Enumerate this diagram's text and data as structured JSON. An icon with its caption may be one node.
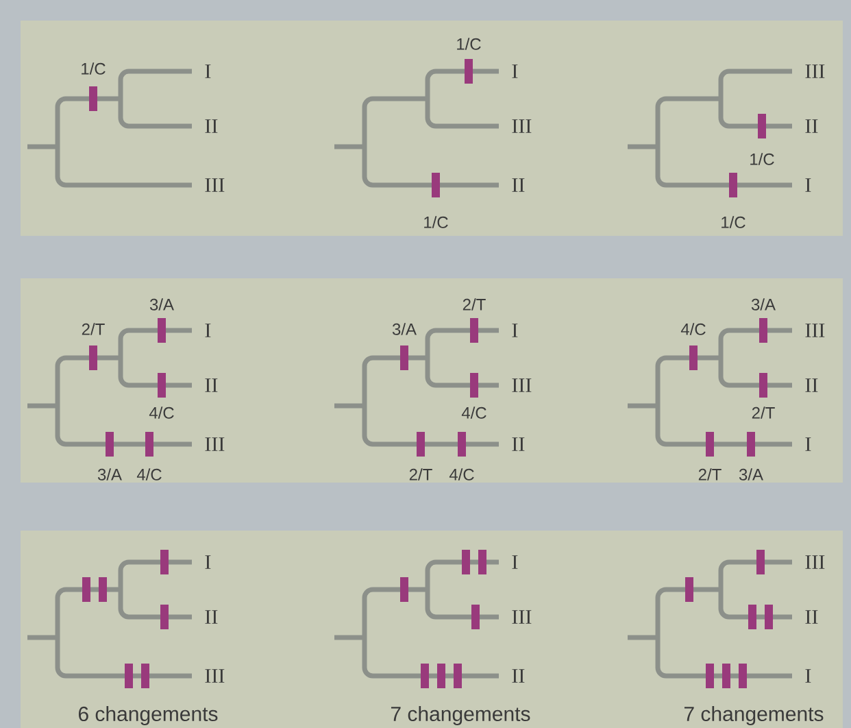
{
  "diagram": {
    "labels": [
      "1/C",
      "I",
      "II",
      "III",
      "1/C",
      "I",
      "III",
      "II",
      "1/C",
      "III",
      "II",
      "1/C",
      "I",
      "1/C",
      "3/A",
      "2/T",
      "I",
      "II",
      "4/C",
      "III",
      "3/A",
      "4/C",
      "2/T",
      "3/A",
      "I",
      "III",
      "4/C",
      "II",
      "2/T",
      "4/C",
      "3/A",
      "4/C",
      "III",
      "II",
      "2/T",
      "I",
      "2/T",
      "3/A",
      "I",
      "II",
      "III",
      "6 changements",
      "I",
      "III",
      "II",
      "7 changements",
      "III",
      "II",
      "I",
      "7 changements"
    ]
  }
}
